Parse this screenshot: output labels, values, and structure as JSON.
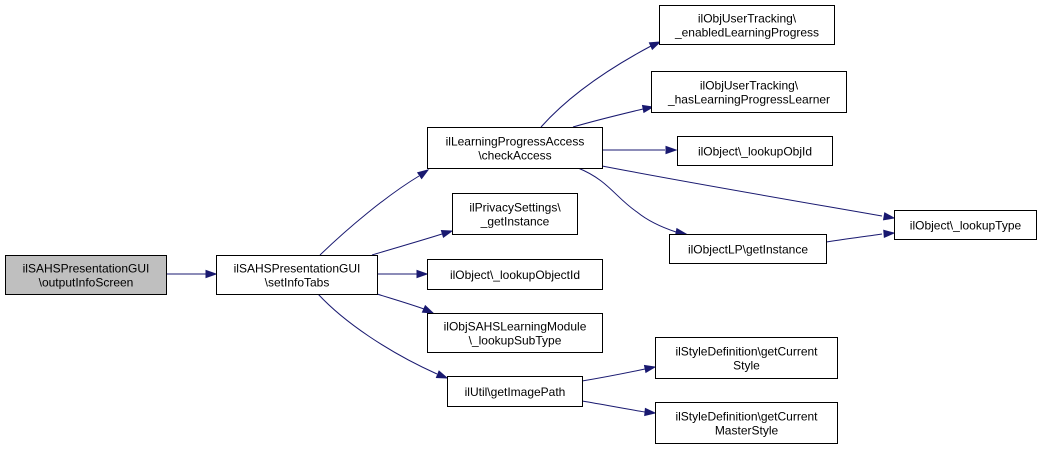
{
  "colors": {
    "edge": "#191970",
    "node_fill": "#ffffff",
    "root_fill": "#bfbfbf",
    "node_border": "#000000",
    "text": "#000000"
  },
  "nodes": [
    {
      "id": "output-info-screen",
      "lines": [
        "ilSAHSPresentationGUI",
        "\\outputInfoScreen"
      ],
      "root": true
    },
    {
      "id": "set-info-tabs",
      "lines": [
        "ilSAHSPresentationGUI",
        "\\setInfoTabs"
      ]
    },
    {
      "id": "check-access",
      "lines": [
        "ilLearningProgressAccess",
        "\\checkAccess"
      ]
    },
    {
      "id": "privacy-get-instance",
      "lines": [
        "ilPrivacySettings\\",
        "_getInstance"
      ]
    },
    {
      "id": "lookup-object-id",
      "lines": [
        "ilObject\\_lookupObjectId"
      ]
    },
    {
      "id": "lookup-sub-type",
      "lines": [
        "ilObjSAHSLearningModule",
        "\\_lookupSubType"
      ]
    },
    {
      "id": "get-image-path",
      "lines": [
        "ilUtil\\getImagePath"
      ]
    },
    {
      "id": "enabled-learning-progress",
      "lines": [
        "ilObjUserTracking\\",
        "_enabledLearningProgress"
      ]
    },
    {
      "id": "has-lp-learner",
      "lines": [
        "ilObjUserTracking\\",
        "_hasLearningProgressLearner"
      ]
    },
    {
      "id": "lookup-obj-id",
      "lines": [
        "ilObject\\_lookupObjId"
      ]
    },
    {
      "id": "lp-get-instance",
      "lines": [
        "ilObjectLP\\getInstance"
      ]
    },
    {
      "id": "lookup-type",
      "lines": [
        "ilObject\\_lookupType"
      ]
    },
    {
      "id": "get-current-style",
      "lines": [
        "ilStyleDefinition\\getCurrent",
        "Style"
      ]
    },
    {
      "id": "get-current-master-style",
      "lines": [
        "ilStyleDefinition\\getCurrent",
        "MasterStyle"
      ]
    }
  ],
  "edges": [
    {
      "from": "output-info-screen",
      "to": "set-info-tabs"
    },
    {
      "from": "set-info-tabs",
      "to": "check-access"
    },
    {
      "from": "set-info-tabs",
      "to": "privacy-get-instance"
    },
    {
      "from": "set-info-tabs",
      "to": "lookup-object-id"
    },
    {
      "from": "set-info-tabs",
      "to": "lookup-sub-type"
    },
    {
      "from": "set-info-tabs",
      "to": "get-image-path"
    },
    {
      "from": "check-access",
      "to": "enabled-learning-progress"
    },
    {
      "from": "check-access",
      "to": "has-lp-learner"
    },
    {
      "from": "check-access",
      "to": "lookup-obj-id"
    },
    {
      "from": "check-access",
      "to": "lookup-type"
    },
    {
      "from": "check-access",
      "to": "lp-get-instance"
    },
    {
      "from": "lp-get-instance",
      "to": "lookup-type"
    },
    {
      "from": "get-image-path",
      "to": "get-current-style"
    },
    {
      "from": "get-image-path",
      "to": "get-current-master-style"
    }
  ]
}
